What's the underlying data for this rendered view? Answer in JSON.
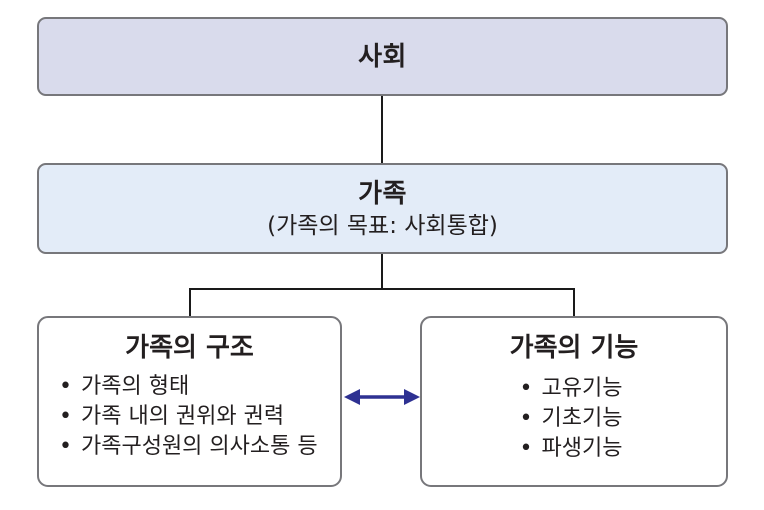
{
  "diagram": {
    "bullet_char": "•",
    "society_box": {
      "title": "사회"
    },
    "family_box": {
      "title": "가족",
      "subtitle": "(가족의 목표: 사회통합)"
    },
    "structure_box": {
      "title": "가족의 구조",
      "items": [
        "가족의 형태",
        "가족 내의 권위와 권력",
        "가족구성원의 의사소통 등"
      ]
    },
    "function_box": {
      "title": "가족의 기능",
      "items": [
        "고유기능",
        "기초기능",
        "파생기능"
      ]
    },
    "colors": {
      "society_fill": "#d9dbec",
      "family_fill": "#e3ecf8",
      "detail_fill": "#ffffff",
      "box_border": "#77777b",
      "connector_line": "#1a1a1a",
      "arrow": "#2e3192",
      "text": "#231f20",
      "background": "#ffffff"
    }
  }
}
